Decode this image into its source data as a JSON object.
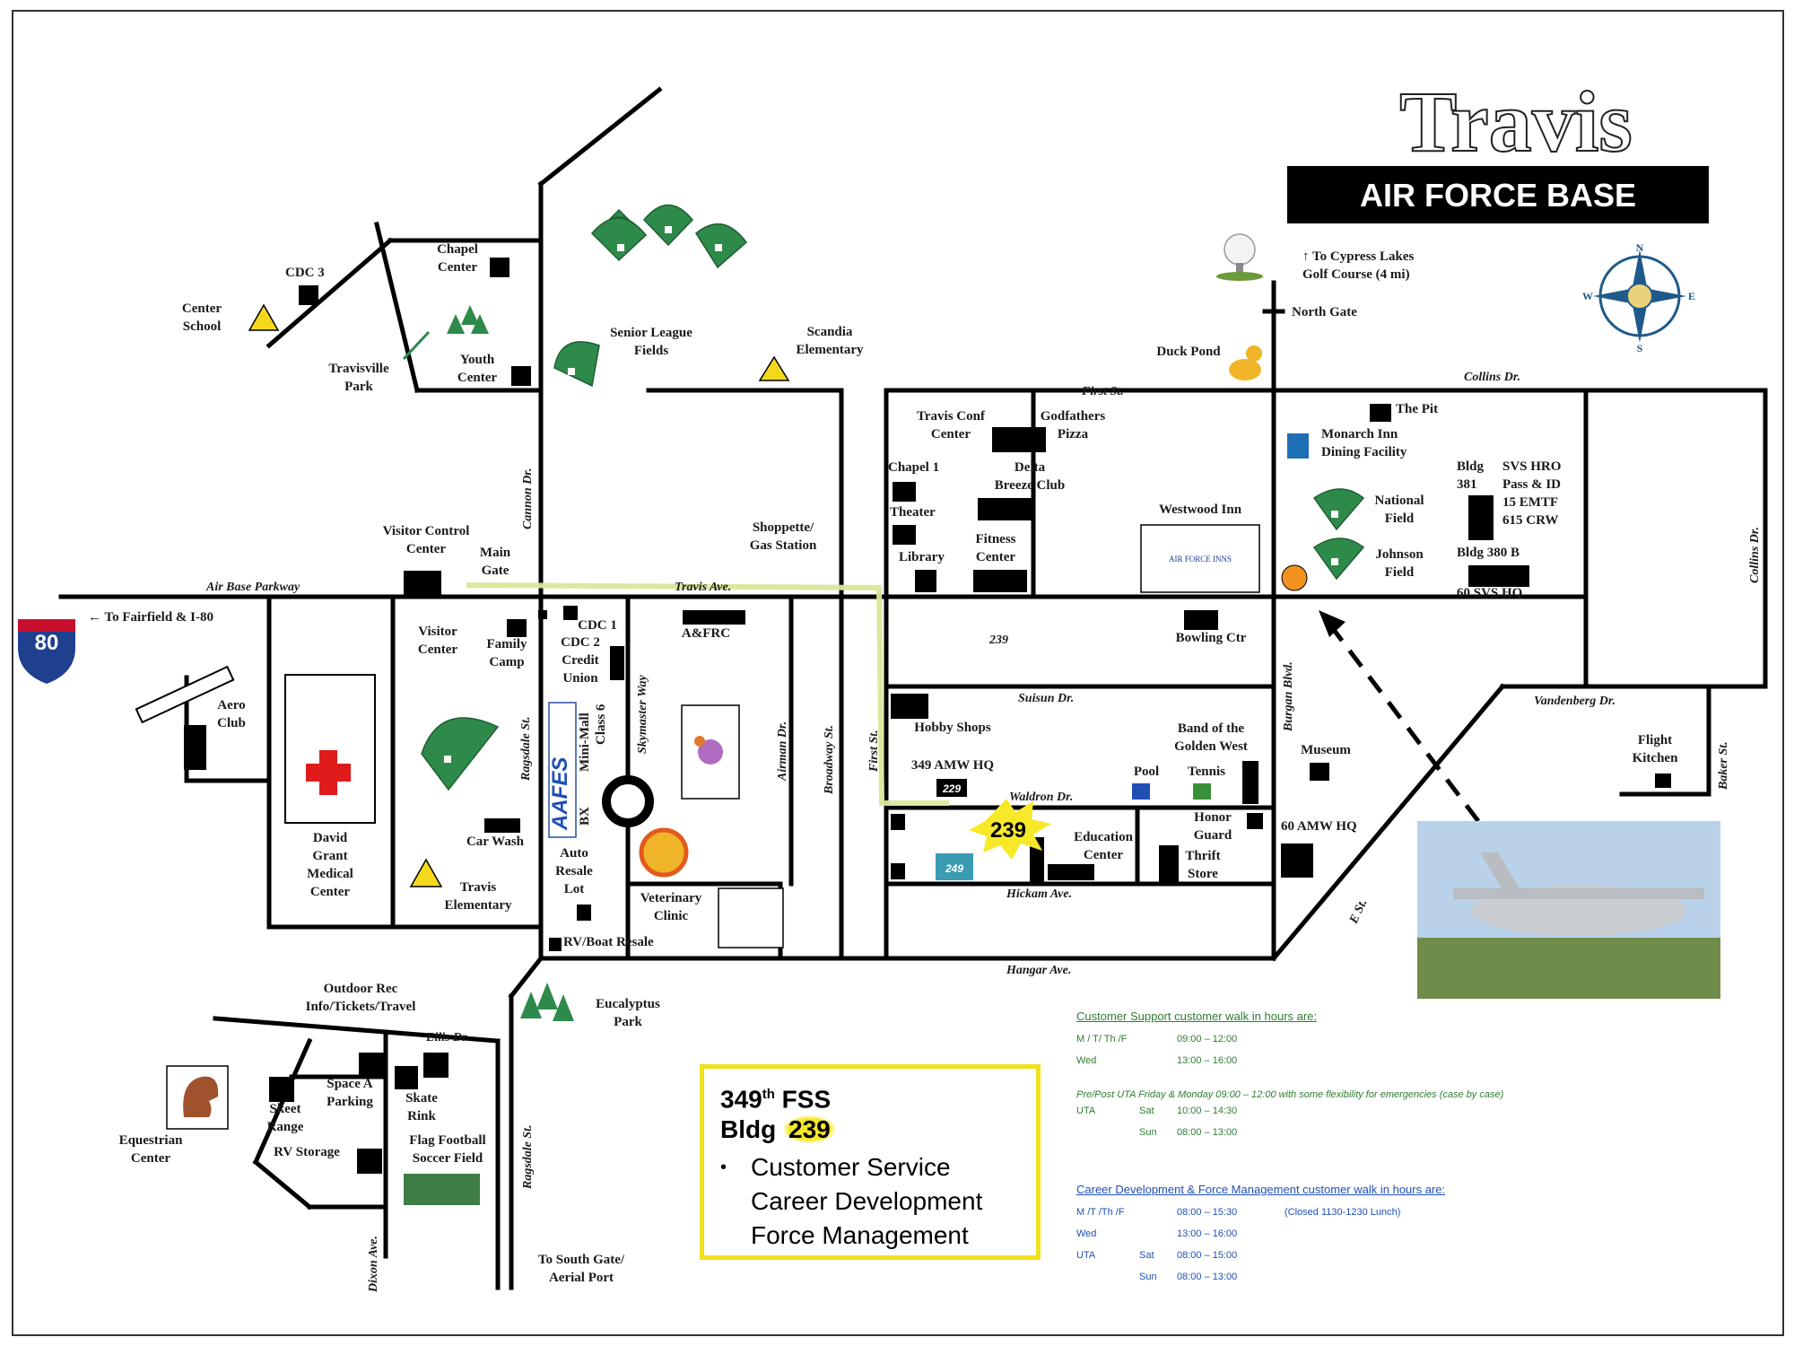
{
  "brand": {
    "title": "Travis",
    "subtitle": "AIR FORCE BASE"
  },
  "compass": {
    "n": "N",
    "s": "S",
    "e": "E",
    "w": "W"
  },
  "interstate": {
    "number": "80",
    "direction": "← To Fairfield & I-80"
  },
  "streets": {
    "air_base_pkwy": "Air Base Parkway",
    "travis_ave": "Travis Ave.",
    "cannon": "Cannon Dr.",
    "ragsdale_n": "Ragsdale St.",
    "ragsdale_s": "Ragsdale St.",
    "skymaster": "Skymaster Way",
    "airman": "Airman Dr.",
    "broadway": "Broadway St.",
    "first_st": "First St.",
    "first_st_top": "First St.",
    "collins_top": "Collins Dr.",
    "collins_right": "Collins Dr.",
    "suisun": "Suisun Dr.",
    "waldron": "Waldron Dr.",
    "hickam": "Hickam Ave.",
    "hangar": "Hangar Ave.",
    "burgan": "Burgan Blvd.",
    "e_st": "E St.",
    "vandenberg": "Vandenberg Dr.",
    "baker": "Baker St.",
    "ellis": "Ellis Dr.",
    "dixon": "Dixon Ave.",
    "st239": "239"
  },
  "places": {
    "cdc3": "CDC 3",
    "center_school": [
      "Center",
      "School"
    ],
    "chapel_center": [
      "Chapel",
      "Center"
    ],
    "travisville": [
      "Travisville",
      "Park"
    ],
    "youth_center": [
      "Youth",
      "Center"
    ],
    "senior_league": [
      "Senior League",
      "Fields"
    ],
    "scandia": [
      "Scandia",
      "Elementary"
    ],
    "cypress": [
      "↑ To Cypress Lakes",
      "Golf Course (4 mi)"
    ],
    "north_gate": "North Gate",
    "duck_pond": "Duck Pond",
    "travis_conf": [
      "Travis Conf",
      "Center"
    ],
    "godfathers": [
      "Godfathers",
      "Pizza"
    ],
    "chapel1": "Chapel  1",
    "delta": [
      "Delta",
      "Breeze Club"
    ],
    "theater": "Theater",
    "library": "Library",
    "fitness": [
      "Fitness",
      "Center"
    ],
    "westwood": "Westwood Inn",
    "inn_sign": "AIR FORCE INNS",
    "the_pit": "The Pit",
    "monarch": [
      "Monarch Inn",
      "Dining Facility"
    ],
    "national": [
      "National",
      "Field"
    ],
    "johnson": [
      "Johnson",
      "Field"
    ],
    "bldg381": [
      "Bldg",
      "381"
    ],
    "svs_hro": [
      "SVS HRO",
      "Pass & ID",
      "15 EMTF",
      "615 CRW"
    ],
    "bldg380": "Bldg 380 B",
    "svs_hq": "60 SVS HQ",
    "visitor_ctrl": [
      "Visitor Control",
      "Center"
    ],
    "main_gate": [
      "Main",
      "Gate"
    ],
    "shoppette": [
      "Shoppette/",
      "Gas Station"
    ],
    "visitor_center": [
      "Visitor",
      "Center"
    ],
    "family_camp": [
      "Family",
      "Camp"
    ],
    "cdc2": [
      "CDC 2",
      "Credit",
      "Union"
    ],
    "cdc1": "CDC 1",
    "class6": "Class 6",
    "minimall": "Mini-Mall",
    "bx": "BX",
    "aafes": "AAFES",
    "afrc": "A&FRC",
    "bowling": "Bowling Ctr",
    "aero": [
      "Aero",
      "Club"
    ],
    "hobby": "Hobby Shops",
    "amw349": "349 AMW HQ",
    "band": [
      "Band of the",
      "Golden West"
    ],
    "pool": "Pool",
    "tennis": "Tennis",
    "museum": "Museum",
    "flight_kitchen": [
      "Flight",
      "Kitchen"
    ],
    "car_wash": "Car Wash",
    "medical": [
      "David",
      "Grant",
      "Medical",
      "Center"
    ],
    "travis_elem": [
      "Travis",
      "Elementary"
    ],
    "auto_resale": [
      "Auto",
      "Resale",
      "Lot"
    ],
    "vet": [
      "Veterinary",
      "Clinic"
    ],
    "rv_boat": "RV/Boat Resale",
    "honor_guard": [
      "Honor",
      "Guard"
    ],
    "education": [
      "Education",
      "Center"
    ],
    "thrift": [
      "Thrift",
      "Store"
    ],
    "amw60": "60 AMW HQ",
    "star239": "239",
    "bldg249": "249",
    "bldg229": "229",
    "outdoor_rec": [
      "Outdoor Rec",
      "Info/Tickets/Travel"
    ],
    "eucalyptus": [
      "Eucalyptus",
      "Park"
    ],
    "equestrian": [
      "Equestrian",
      "Center"
    ],
    "skeet": [
      "Skeet",
      "Range"
    ],
    "rv_storage": "RV Storage",
    "space_a": [
      "Space A",
      "Parking"
    ],
    "skate": [
      "Skate",
      "Rink"
    ],
    "flag_football": [
      "Flag Football",
      "Soccer Field"
    ],
    "south_gate": [
      "To South Gate/",
      "Aerial Port"
    ]
  },
  "infobox": {
    "unit": "349",
    "unit_sup": "th",
    "unit_suffix": " FSS",
    "bldg_label": "Bldg ",
    "bldg_num": "239",
    "bullet": "•",
    "services": [
      "Customer Service",
      "Career Development",
      "Force Management"
    ]
  },
  "hours": {
    "cs_title": "Customer Support customer walk in hours are:",
    "cs_rows": [
      {
        "day": "M / T/ Th /F",
        "time": "09:00 – 12:00"
      },
      {
        "day": "Wed",
        "time": "13:00 – 16:00"
      }
    ],
    "uta_note": "Pre/Post UTA Friday & Monday    09:00 – 12:00 with some flexibility for emergencies (case by case)",
    "uta_rows": [
      {
        "day": "UTA",
        "sub": "Sat",
        "time": "10:00 – 14:30"
      },
      {
        "day": "",
        "sub": "Sun",
        "time": "08:00 – 13:00"
      }
    ],
    "cd_title": "Career Development & Force Management customer walk in hours are:",
    "cd_rows": [
      {
        "day": "M /T /Th /F",
        "sub": "",
        "time": "08:00 – 15:30",
        "note": "(Closed 1130-1230 Lunch)"
      },
      {
        "day": "Wed",
        "sub": "",
        "time": "13:00 – 16:00",
        "note": ""
      },
      {
        "day": "UTA",
        "sub": "Sat",
        "time": "08:00 – 15:00",
        "note": ""
      },
      {
        "day": "",
        "sub": "Sun",
        "time": "08:00 – 13:00",
        "note": ""
      }
    ],
    "title_color": "#2e7d32",
    "cd_title_color": "#1f4fb5",
    "time_color": "#2e7d32",
    "cd_time_color": "#1f4fb5"
  },
  "colors": {
    "route": "#d8e89a",
    "field": "#2e8a4a",
    "star": "#f7e92a",
    "infobox_border": "#f0e11e",
    "medical_cross": "#e01b1b",
    "interstate_blue": "#1f3f8f",
    "interstate_red": "#c8102e"
  },
  "icons": [
    "school-crossing-icon",
    "tree-icon",
    "golf-ball-icon",
    "duck-icon",
    "compass-rose-icon",
    "dining-icon",
    "pool-icon",
    "tennis-icon",
    "red-cross-icon",
    "burger-king-logo",
    "horse-icon",
    "dog-cat-icon"
  ]
}
